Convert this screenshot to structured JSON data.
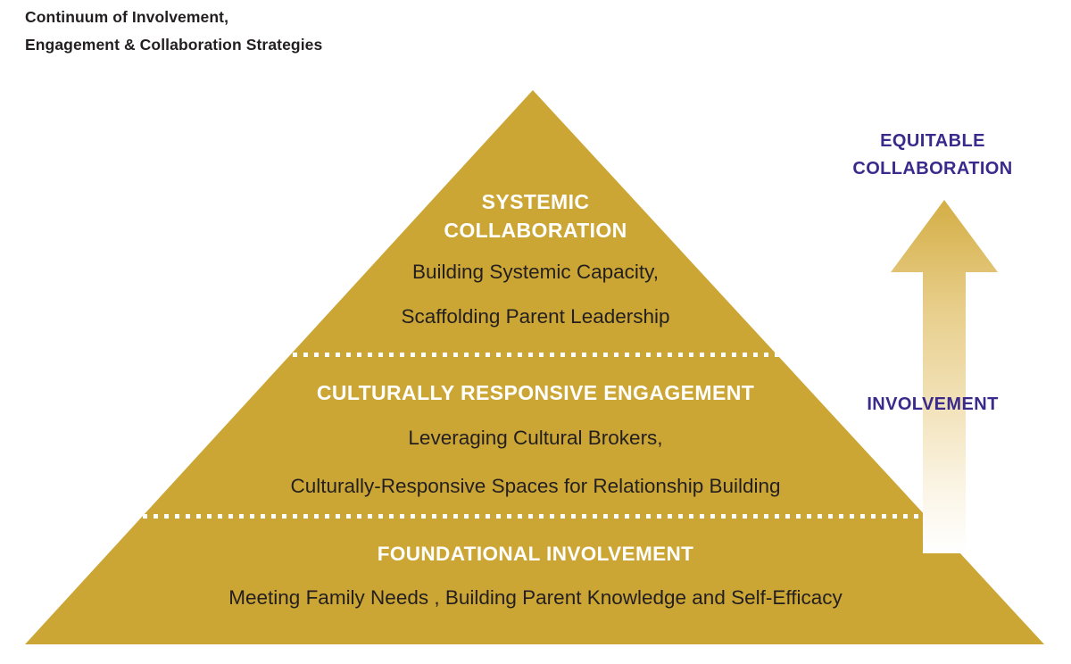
{
  "title": {
    "line1": "Continuum of Involvement,",
    "line2": "Engagement & Collaboration Strategies"
  },
  "colors": {
    "gold": "#cca634",
    "gold_light": "#e3c46a",
    "purple": "#3a2a8c",
    "heading_white": "#ffffff",
    "body_text": "#231f20",
    "background": "#ffffff"
  },
  "pyramid": {
    "tiers": [
      {
        "id": "systemic-collaboration",
        "heading_line1": "SYSTEMIC",
        "heading_line2": "COLLABORATION",
        "body_line1": "Building Systemic Capacity,",
        "body_line2": "Scaffolding Parent Leadership"
      },
      {
        "id": "culturally-responsive-engagement",
        "heading_line1": "CULTURALLY RESPONSIVE ENGAGEMENT",
        "heading_line2": "",
        "body_line1": "Leveraging Cultural Brokers,",
        "body_line2": "Culturally-Responsive Spaces for Relationship Building"
      },
      {
        "id": "foundational-involvement",
        "heading_line1": "FOUNDATIONAL INVOLVEMENT",
        "heading_line2": "",
        "body_line1": "Meeting Family Needs , Building Parent Knowledge and Self-Efficacy",
        "body_line2": ""
      }
    ],
    "divider_style": "dotted-white"
  },
  "arrow": {
    "icon": "up-arrow-icon",
    "direction": "up",
    "gradient": "gold-to-white"
  },
  "side_labels": {
    "top_line1": "EQUITABLE",
    "top_line2": "COLLABORATION",
    "bottom": "INVOLVEMENT"
  }
}
